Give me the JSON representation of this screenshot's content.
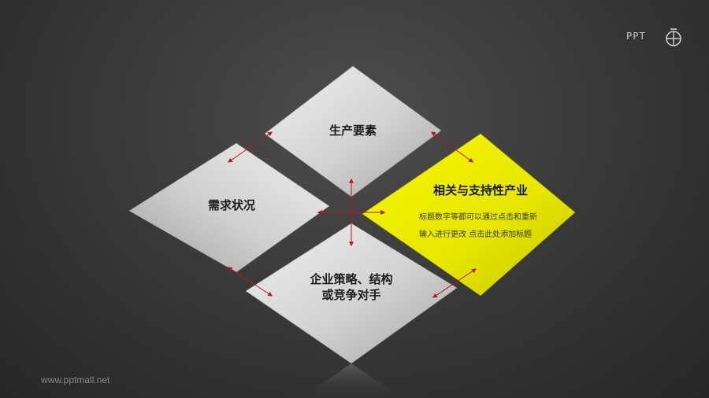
{
  "diagram": {
    "top": {
      "label": "生产要素"
    },
    "left": {
      "label": "需求状况"
    },
    "bottom": {
      "label_line1": "企业策略、结构",
      "label_line2": "或竞争对手"
    },
    "right": {
      "label": "相关与支持性产业",
      "desc_line1": "标题数字等都可以通过点击和重新",
      "desc_line2": "输入进行更改 点击此处添加标题"
    }
  },
  "colors": {
    "gray_light": "#ececec",
    "gray_dark": "#a8a8a8",
    "yellow_light": "#f6f700",
    "yellow_dark": "#c9c900",
    "arrow": "#c0141b"
  },
  "footer": {
    "website": "www.pptmall.net"
  },
  "logo": {
    "text": "PPT",
    "icon": "pptmall-logo-icon"
  }
}
